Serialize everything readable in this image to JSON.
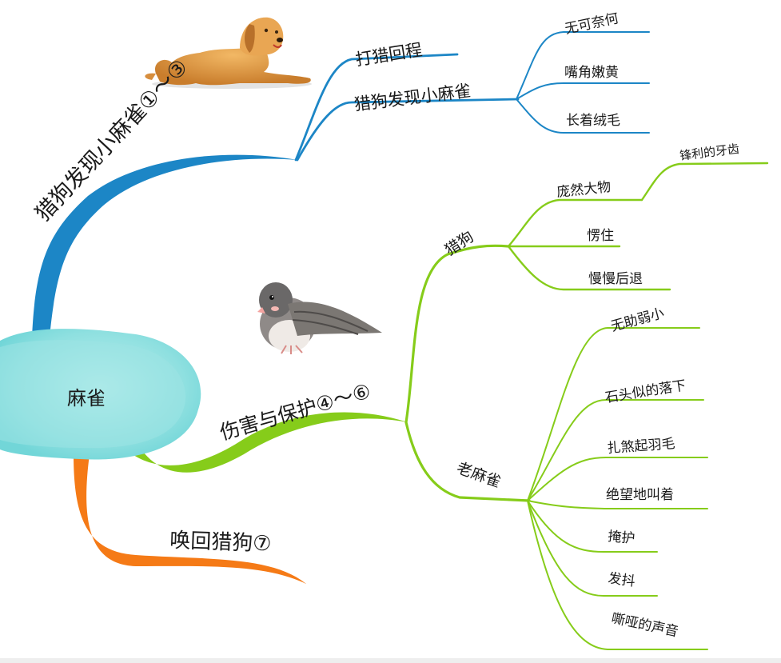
{
  "colors": {
    "blue": "#1c86c6",
    "green": "#86cc1a",
    "orange": "#f57a16",
    "center": "#7ad9dc"
  },
  "center": {
    "label": "麻雀"
  },
  "branches": {
    "discover": {
      "label": "猎狗发现小麻雀①～③",
      "children": [
        {
          "label": "打猎回程"
        },
        {
          "label": "猎狗发现小麻雀",
          "children": [
            "无可奈何",
            "嘴角嫩黄",
            "长着绒毛"
          ]
        }
      ]
    },
    "harm": {
      "label": "伤害与保护④～⑥",
      "dog": {
        "label": "猎狗",
        "children": [
          {
            "label": "庞然大物",
            "child": "锋利的牙齿"
          },
          {
            "label": "愣住"
          },
          {
            "label": "慢慢后退"
          }
        ]
      },
      "old_sparrow": {
        "label": "老麻雀",
        "children": [
          "无助弱小",
          "石头似的落下",
          "扎煞起羽毛",
          "绝望地叫着",
          "掩护",
          "发抖",
          "嘶哑的声音"
        ]
      }
    },
    "recall": {
      "label": "唤回猎狗⑦"
    }
  },
  "images": {
    "dog": "dog-illustration",
    "bird": "sparrow-illustration"
  }
}
